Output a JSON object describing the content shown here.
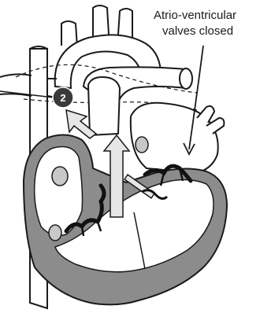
{
  "annotation": {
    "line1": "Atrio-ventricular",
    "line2": "valves closed"
  },
  "marker": {
    "label": "2",
    "fill": "#3a3a3a"
  },
  "colors": {
    "muscle": "#8c8c8c",
    "vessel": "#ffffff",
    "outline": "#1a1a1a",
    "valve": "#111111",
    "arrow_fill": "#e6e6e6"
  }
}
